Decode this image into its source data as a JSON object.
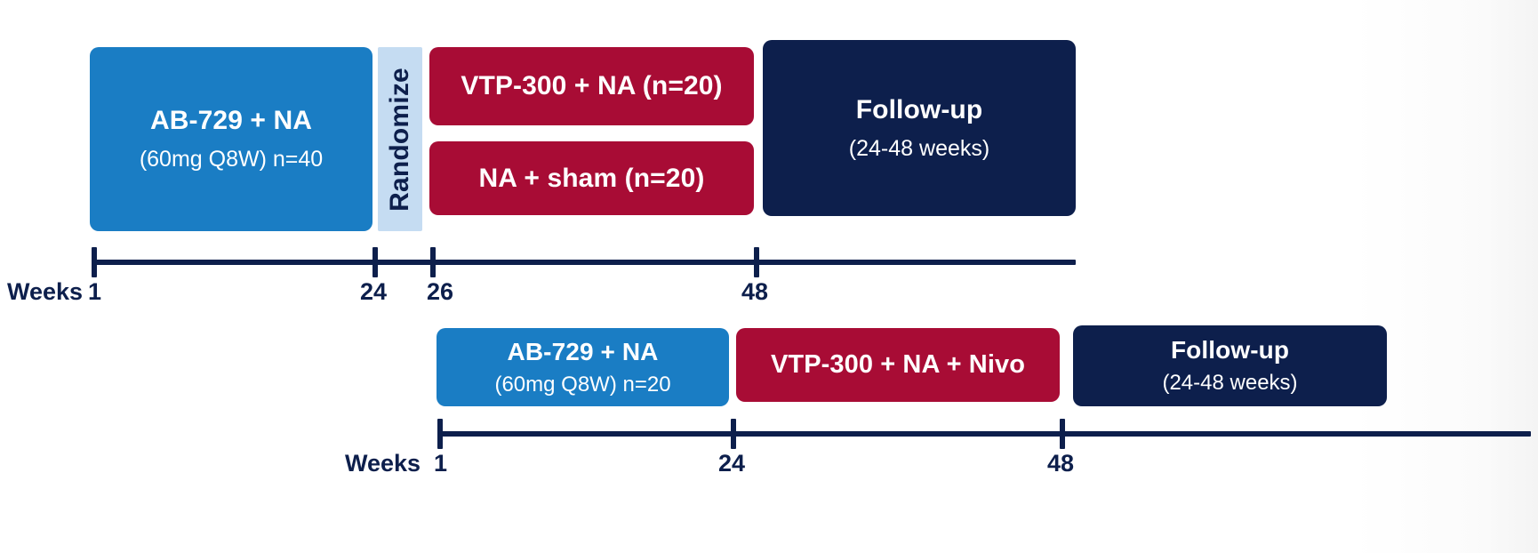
{
  "colors": {
    "blue": "#1a7dc4",
    "light_blue": "#c5dcf2",
    "crimson": "#a80c35",
    "navy": "#0d1f4c",
    "background": "#ffffff"
  },
  "cohort1": {
    "lead_in": {
      "title": "AB-729 + NA",
      "subtitle": "(60mg Q8W) n=40"
    },
    "randomize": {
      "label": "Randomize"
    },
    "arm_a": {
      "title": "VTP-300 + NA (n=20)"
    },
    "arm_b": {
      "title": "NA + sham (n=20)"
    },
    "follow_up": {
      "title": "Follow-up",
      "subtitle": "(24-48 weeks)"
    },
    "axis": {
      "weeks_label": "Weeks",
      "ticks": [
        {
          "value": "1"
        },
        {
          "value": "24"
        },
        {
          "value": "26"
        },
        {
          "value": "48"
        }
      ]
    }
  },
  "cohort2": {
    "lead_in": {
      "title": "AB-729 + NA",
      "subtitle": "(60mg Q8W) n=20"
    },
    "treatment": {
      "title": "VTP-300 + NA + Nivo"
    },
    "follow_up": {
      "title": "Follow-up",
      "subtitle": "(24-48 weeks)"
    },
    "axis": {
      "weeks_label": "Weeks",
      "ticks": [
        {
          "value": "1"
        },
        {
          "value": "24"
        },
        {
          "value": "48"
        }
      ]
    }
  }
}
